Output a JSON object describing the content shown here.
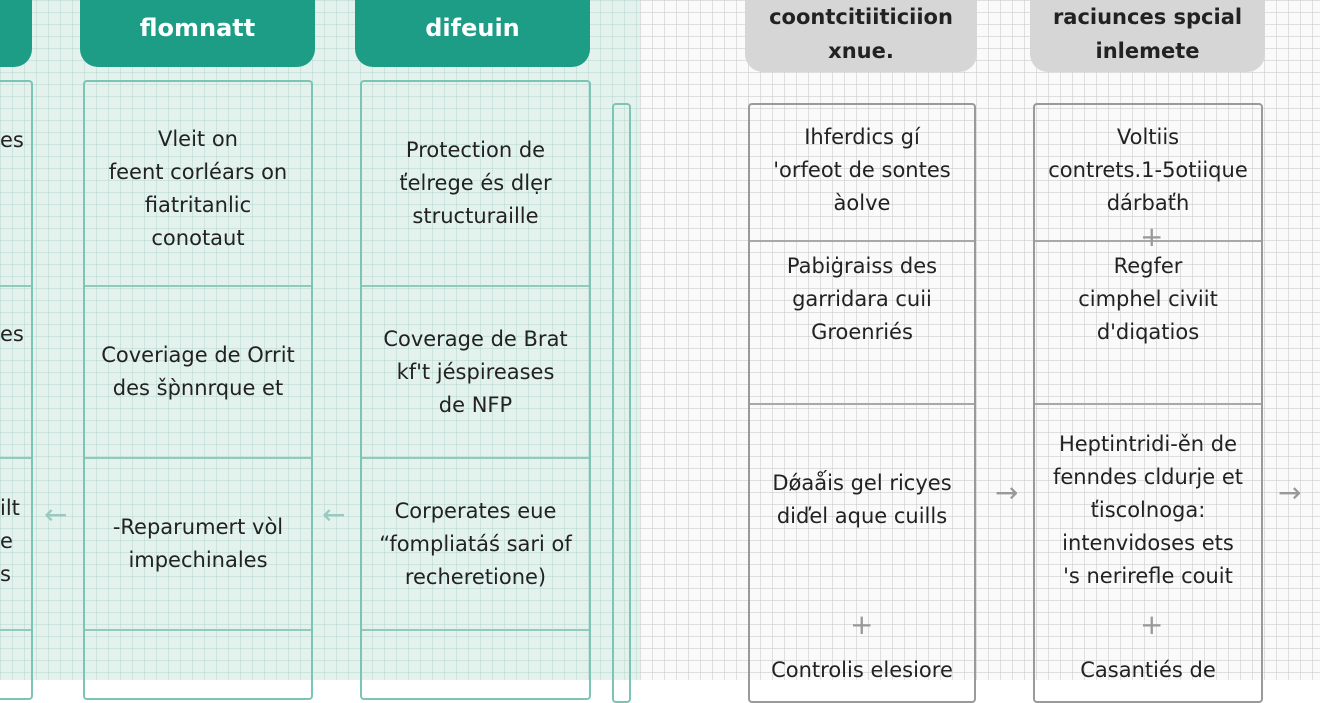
{
  "left_section": {
    "partial_column": {
      "texts": [
        "es",
        "es",
        "ilt\ne\ns"
      ]
    },
    "columns": [
      {
        "header": "flomnatt",
        "cells": [
          "Vleit on\nfeent corléars on\nfiatritanlic\nconotaut",
          "Coveriage de Orrit\ndes šp̀nnrque et",
          "-Reparumert vòl\nimpechinales"
        ]
      },
      {
        "header": "difeuin",
        "cells": [
          "Protection de\nťelrege és dlẹr\nstructuraille",
          "Coverage de Brat\nkf't jéspireases\nde NFP",
          "Corperates eue\n“fompliatáś sari of\nrecheretione)"
        ]
      }
    ]
  },
  "right_section": {
    "columns": [
      {
        "header": "coontcitiiticiion\nxnue.",
        "cells": [
          "Ihferdics gí\n'orfeot de sontes\nàolve",
          "Pabiġraiss des\ngarridara cuii\nGroenriés",
          "Dǿaǻis gel ricyes\ndiďel aque cuills",
          "Controlis elesiore"
        ]
      },
      {
        "header": "raciunces spcial\ninlemete",
        "cells": [
          "Voltiis\ncontrets.1-5otiique\ndárbaťh",
          "Regfer\ncimphel civiit\nd'diqatios",
          "Heptintridi-ěn de\nfenndes cldurje et\nťiscolnoga:\nintenvidoses ets\n's nerirefle couit",
          "Casantiés de"
        ]
      }
    ]
  },
  "colors": {
    "teal": "#1d9c86",
    "gray_header": "#d6d6d6"
  },
  "icons": [
    "arrow-left-icon",
    "arrow-right-icon",
    "arrow-down-icon"
  ]
}
